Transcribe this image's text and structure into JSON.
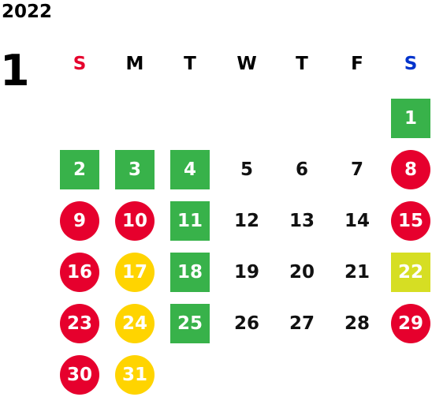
{
  "calendar": {
    "year": "2022",
    "month": "1",
    "weekdays": [
      {
        "label": "S",
        "color": "#e6002d"
      },
      {
        "label": "M",
        "color": "#000000"
      },
      {
        "label": "T",
        "color": "#000000"
      },
      {
        "label": "W",
        "color": "#000000"
      },
      {
        "label": "T",
        "color": "#000000"
      },
      {
        "label": "F",
        "color": "#000000"
      },
      {
        "label": "S",
        "color": "#0033cc"
      }
    ],
    "legend_colors": {
      "green": "#38b24a",
      "red": "#e6002d",
      "yellow": "#ffd400",
      "lime": "#d6de23"
    },
    "days": [
      {
        "day": "1",
        "style": "green",
        "shape": "square"
      },
      {
        "day": "2",
        "style": "green",
        "shape": "square"
      },
      {
        "day": "3",
        "style": "green",
        "shape": "square"
      },
      {
        "day": "4",
        "style": "green",
        "shape": "square"
      },
      {
        "day": "5",
        "style": "plain",
        "shape": "none"
      },
      {
        "day": "6",
        "style": "plain",
        "shape": "none"
      },
      {
        "day": "7",
        "style": "plain",
        "shape": "none"
      },
      {
        "day": "8",
        "style": "red",
        "shape": "circle"
      },
      {
        "day": "9",
        "style": "red",
        "shape": "circle"
      },
      {
        "day": "10",
        "style": "red",
        "shape": "circle"
      },
      {
        "day": "11",
        "style": "green",
        "shape": "square"
      },
      {
        "day": "12",
        "style": "plain",
        "shape": "none"
      },
      {
        "day": "13",
        "style": "plain",
        "shape": "none"
      },
      {
        "day": "14",
        "style": "plain",
        "shape": "none"
      },
      {
        "day": "15",
        "style": "red",
        "shape": "circle"
      },
      {
        "day": "16",
        "style": "red",
        "shape": "circle"
      },
      {
        "day": "17",
        "style": "yellow",
        "shape": "circle"
      },
      {
        "day": "18",
        "style": "green",
        "shape": "square"
      },
      {
        "day": "19",
        "style": "plain",
        "shape": "none"
      },
      {
        "day": "20",
        "style": "plain",
        "shape": "none"
      },
      {
        "day": "21",
        "style": "plain",
        "shape": "none"
      },
      {
        "day": "22",
        "style": "lime",
        "shape": "square"
      },
      {
        "day": "23",
        "style": "red",
        "shape": "circle"
      },
      {
        "day": "24",
        "style": "yellow",
        "shape": "circle"
      },
      {
        "day": "25",
        "style": "green",
        "shape": "square"
      },
      {
        "day": "26",
        "style": "plain",
        "shape": "none"
      },
      {
        "day": "27",
        "style": "plain",
        "shape": "none"
      },
      {
        "day": "28",
        "style": "plain",
        "shape": "none"
      },
      {
        "day": "29",
        "style": "red",
        "shape": "circle"
      },
      {
        "day": "30",
        "style": "red",
        "shape": "circle"
      },
      {
        "day": "31",
        "style": "yellow",
        "shape": "circle"
      }
    ]
  }
}
